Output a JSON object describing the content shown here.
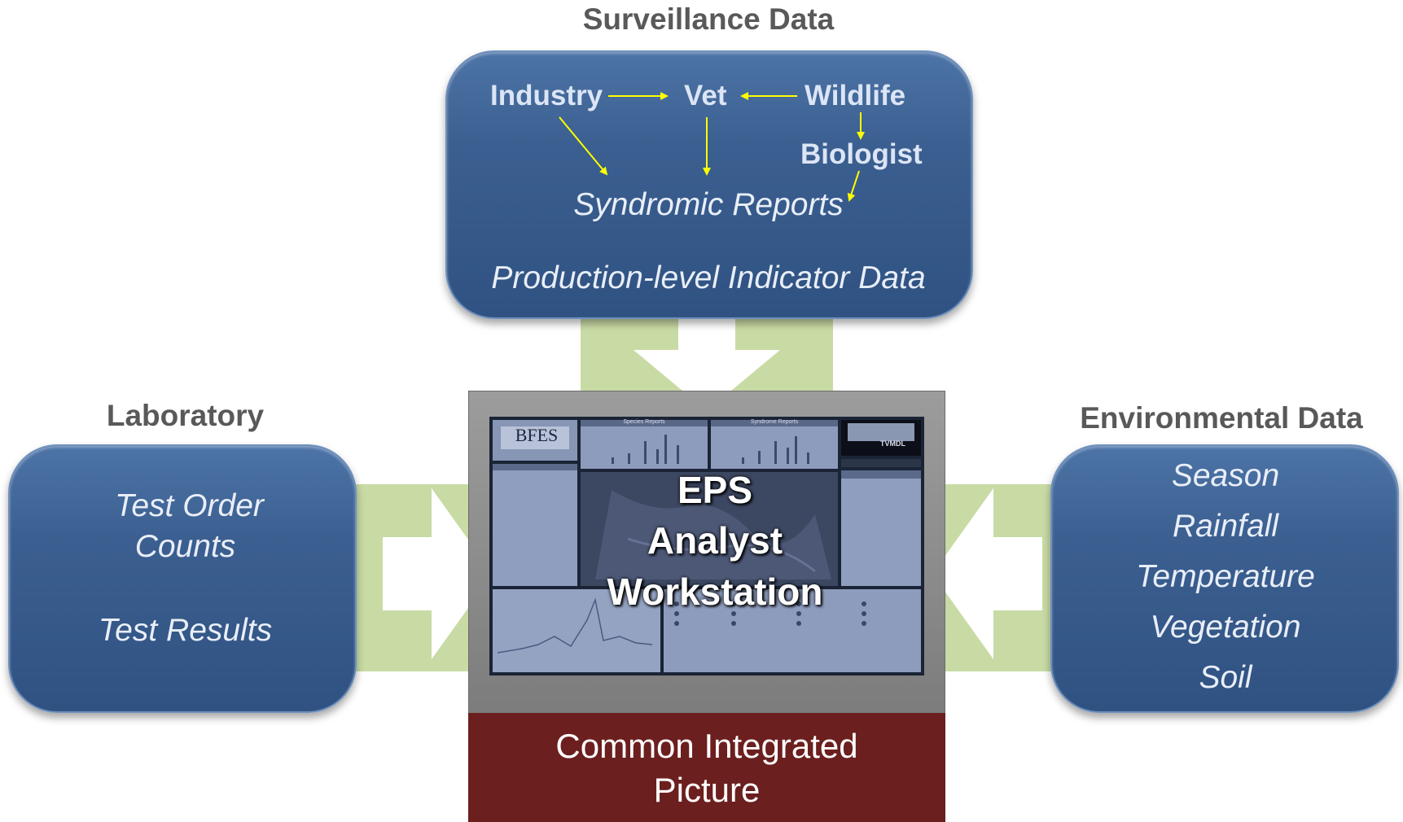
{
  "headings": {
    "surveillance": "Surveillance Data",
    "laboratory": "Laboratory",
    "environmental": "Environmental Data"
  },
  "surveillance_box": {
    "nodes": {
      "industry": "Industry",
      "vet": "Vet",
      "wildlife": "Wildlife",
      "biologist": "Biologist",
      "syndromic_reports": "Syndromic Reports"
    },
    "indicator": "Production-level Indicator Data"
  },
  "laboratory_box": {
    "line1": "Test Order",
    "line2": "Counts",
    "line3": "Test Results"
  },
  "environmental_box": {
    "items": [
      "Season",
      "Rainfall",
      "Temperature",
      "Vegetation",
      "Soil"
    ]
  },
  "workstation": {
    "title_line1": "EPS",
    "title_line2": "Analyst",
    "title_line3": "Workstation",
    "screen_logo": "BFES",
    "screen_panel_species": "Species Reports",
    "screen_panel_syndrome": "Syndrome Reports",
    "screen_logo_right": "TVMDL"
  },
  "common_picture": {
    "line1": "Common Integrated",
    "line2": "Picture"
  },
  "colors": {
    "box_blue": "#3b5f90",
    "band_green": "#c9dba5",
    "arrow_yellow": "#ffff00",
    "cip_maroon": "#6b1f1e"
  }
}
